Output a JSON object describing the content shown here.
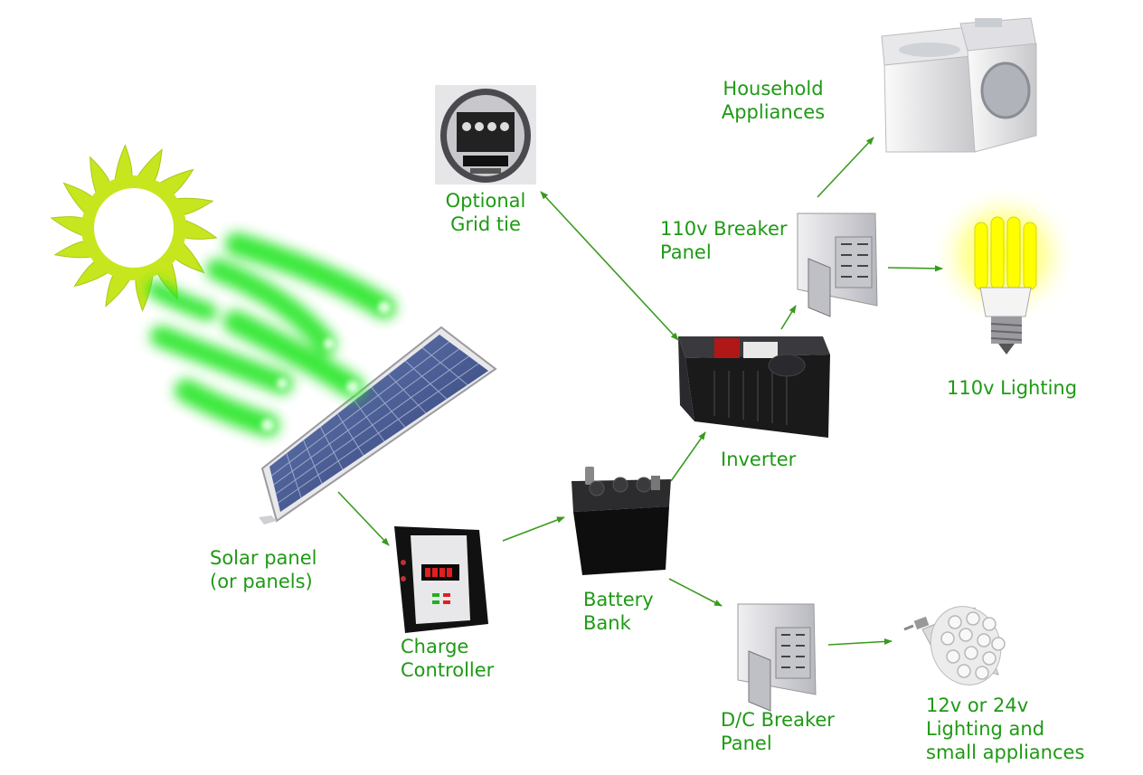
{
  "colors": {
    "label_text": "#1e9a14",
    "arrow": "#3a9a1c",
    "sun": "#c8e61e",
    "glow": "#22e622",
    "panel_cell": "#3a4e8c",
    "bulb": "#ffff00",
    "device_body": "#1a1a1a",
    "breaker_box": "#d8d8dc"
  },
  "labels": {
    "household_appliances": [
      "Household",
      "Appliances"
    ],
    "optional_grid_tie": [
      "Optional",
      "Grid tie"
    ],
    "breaker_110v": [
      "110v Breaker",
      "Panel"
    ],
    "lighting_110v": [
      "110v Lighting"
    ],
    "inverter": [
      "Inverter"
    ],
    "solar_panel": [
      "Solar panel",
      "(or panels)"
    ],
    "battery_bank": [
      "Battery",
      "Bank"
    ],
    "charge_controller": [
      "Charge",
      "Controller"
    ],
    "dc_breaker": [
      "D/C Breaker",
      "Panel"
    ],
    "lighting_12v": [
      "12v or 24v",
      "Lighting and",
      "small appliances"
    ]
  },
  "icons": [
    "sun-icon",
    "solar-panel-icon",
    "energy-beam-icon",
    "electric-meter-icon",
    "charge-controller-icon",
    "battery-icon",
    "inverter-icon",
    "breaker-panel-icon",
    "washer-dryer-icon",
    "light-bulb-icon",
    "led-bulb-icon"
  ]
}
